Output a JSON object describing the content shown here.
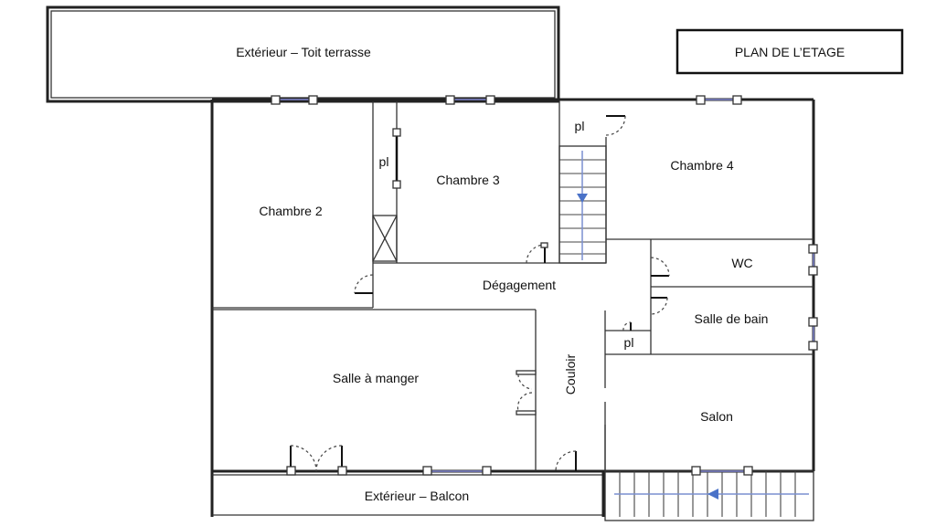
{
  "title": "PLAN DE L’ETAGE",
  "rooms": {
    "terrasse": "Extérieur – Toit terrasse",
    "chambre2": "Chambre 2",
    "chambre3": "Chambre 3",
    "chambre4": "Chambre 4",
    "placard1": "pl",
    "placard2": "pl",
    "placard3": "pl",
    "degagement": "Dégagement",
    "wc": "WC",
    "salle_de_bain": "Salle de bain",
    "salle_a_manger": "Salle à manger",
    "couloir": "Couloir",
    "salon": "Salon",
    "balcon": "Extérieur – Balcon"
  },
  "colors": {
    "wall": "#222222",
    "window": "#6b6fa8",
    "stair_arrow": "#4a72c8"
  }
}
